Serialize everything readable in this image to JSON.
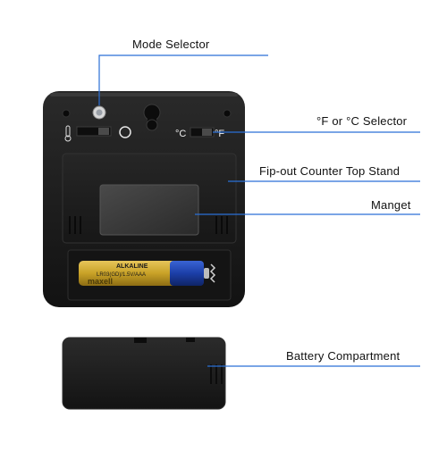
{
  "callouts": {
    "mode_selector": "Mode  Selector",
    "f_c_selector": "°F or °C  Selector",
    "stand": "Fip-out Counter Top Stand",
    "magnet": "Manget",
    "battery_compartment": "Battery Compartment"
  },
  "switch_marks": {
    "celsius": "°C",
    "fahrenheit": "°F"
  },
  "battery_print": {
    "brand_line": "ALKALINE",
    "spec_line": "LR03(GD)/1.5V/AAA",
    "brand": "maxell"
  },
  "colors": {
    "callout_line": "#2a6fd6",
    "device_body": "#1b1b1b",
    "device_frame": "#242424",
    "battery_gold": "#c9a227",
    "battery_blue": "#1c3fa8"
  },
  "icons": [
    "thermometer-icon",
    "mode-button-icon",
    "hang-hole-icon"
  ]
}
